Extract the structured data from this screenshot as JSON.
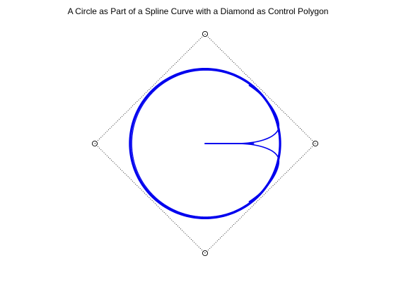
{
  "figure": {
    "title": "A Circle as Part of a Spline Curve with a Diamond as Control Polygon"
  },
  "chart_data": {
    "type": "line",
    "title": "A Circle as Part of a Spline Curve with a Diamond as Control Polygon",
    "xlim": [
      -1.05,
      1.05
    ],
    "ylim": [
      -1.05,
      1.05
    ],
    "axes_visible": false,
    "grid": false,
    "control_polygon": {
      "style": "dotted",
      "color": "#000000",
      "marker": "circle",
      "points": [
        [
          0,
          1
        ],
        [
          1,
          0
        ],
        [
          0,
          -1
        ],
        [
          -1,
          0
        ]
      ]
    },
    "curve": {
      "color": "#0000ee",
      "circle_center": [
        0,
        0
      ],
      "circle_radius": 0.68,
      "entry_branches": [
        {
          "from": [
            0,
            0
          ],
          "to": [
            0.66,
            0.12
          ]
        },
        {
          "from": [
            0,
            0
          ],
          "to": [
            0.66,
            -0.12
          ]
        }
      ]
    }
  }
}
